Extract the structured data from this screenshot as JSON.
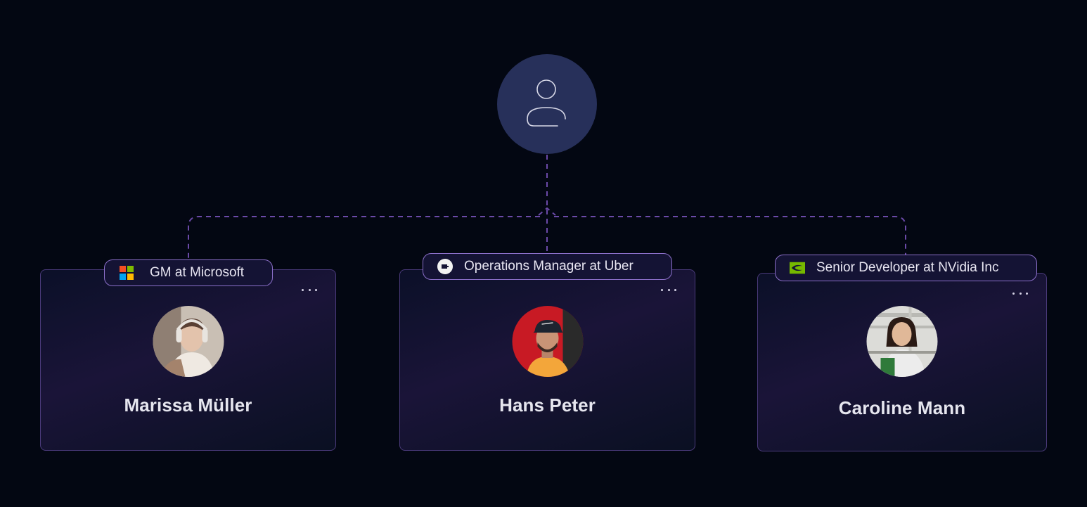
{
  "root": {
    "icon": "user-outline-icon",
    "color": "#27305a"
  },
  "connector_color": "#6b4aa8",
  "people": [
    {
      "role": "GM at Microsoft",
      "company_icon": "microsoft-logo-icon",
      "name": "Marissa Müller"
    },
    {
      "role": "Operations Manager at Uber",
      "company_icon": "uber-logo-icon",
      "name": "Hans Peter"
    },
    {
      "role": "Senior Developer at NVidia Inc",
      "company_icon": "nvidia-logo-icon",
      "name": "Caroline Mann"
    }
  ]
}
